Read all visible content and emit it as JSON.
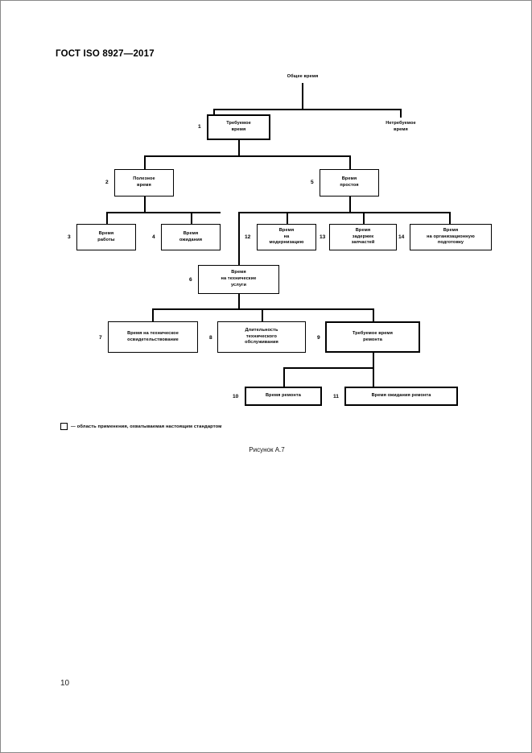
{
  "document": {
    "header": "ГОСТ ISO 8927—2017",
    "page_number": "10"
  },
  "figure": {
    "caption": "Рисунок А.7",
    "legend": {
      "swatch": "square-outline-icon",
      "text": "— область применения, охватываемая настоящим стандартом"
    },
    "nodes": {
      "total_time": {
        "label": "Общее время",
        "number": ""
      },
      "required_time": {
        "label": "Требуемое\nвремя",
        "number": "1"
      },
      "not_required_time": {
        "label": "Нетребуемое\nвремя",
        "number": ""
      },
      "useful_time": {
        "label": "Полезное\nвремя",
        "number": "2"
      },
      "downtime": {
        "label": "Время\nпростоя",
        "number": "5"
      },
      "operating_time": {
        "label": "Время\nработы",
        "number": "3"
      },
      "waiting_time": {
        "label": "Время\nожидания",
        "number": "4"
      },
      "modernization_time": {
        "label": "Время\nна\nмодернизацию",
        "number": "12"
      },
      "spare_parts_delay_time": {
        "label": "Время\nзадержек\nзапчастей",
        "number": "13"
      },
      "organizational_prep_time": {
        "label": "Время\nна организационную\nподготовку",
        "number": "14"
      },
      "technical_services_time": {
        "label": "Время\nна технические\nуслуги",
        "number": "6"
      },
      "technical_inspection_time": {
        "label": "Время на техническое\nосвидетельствование",
        "number": "7"
      },
      "maintenance_duration": {
        "label": "Длительность\nтехнического\nобслуживания",
        "number": "8"
      },
      "required_repair_time": {
        "label": "Требуемое время\nремонта",
        "number": "9"
      },
      "repair_time": {
        "label": "Время ремонта",
        "number": "10"
      },
      "repair_waiting_time": {
        "label": "Время ожидания ремонта",
        "number": "11"
      }
    }
  }
}
